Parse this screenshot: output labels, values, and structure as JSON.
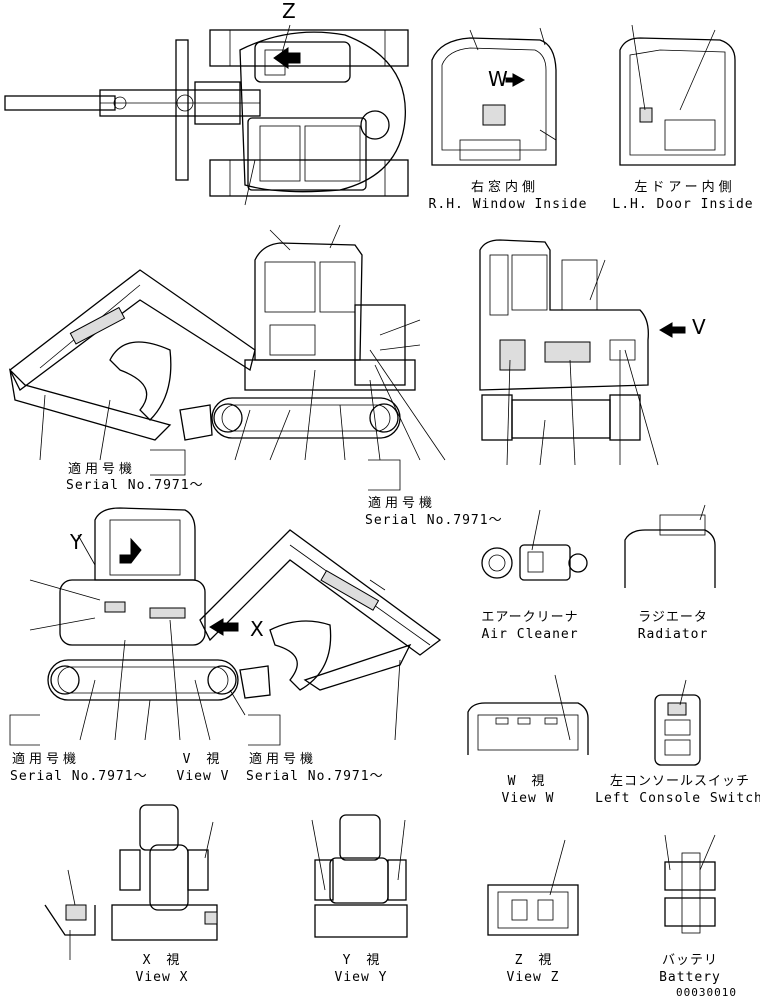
{
  "view_letters": {
    "z": "Z",
    "w": "W",
    "y": "Y",
    "x": "X",
    "v": "V"
  },
  "labels": {
    "rh_window": {
      "jp": "右窓内側",
      "en": "R.H. Window Inside"
    },
    "lh_door": {
      "jp": "左ドアー内側",
      "en": "L.H. Door Inside"
    },
    "serial_1": {
      "jp": "適用号機",
      "en": "Serial No.7971～"
    },
    "serial_2": {
      "jp": "適用号機",
      "en": "Serial No.7971～"
    },
    "serial_3": {
      "jp": "適用号機",
      "en": "Serial No.7971～"
    },
    "serial_4": {
      "jp": "適用号機",
      "en": "Serial No.7971～"
    },
    "air_cleaner": {
      "jp": "エアークリーナ",
      "en": "Air Cleaner"
    },
    "radiator": {
      "jp": "ラジエータ",
      "en": "Radiator"
    },
    "view_v": {
      "jp": "V 視",
      "en": "View V"
    },
    "view_w": {
      "jp": "W 視",
      "en": "View W"
    },
    "left_console": {
      "jp": "左コンソールスイッチ",
      "en": "Left Console Switch"
    },
    "view_x": {
      "jp": "X 視",
      "en": "View X"
    },
    "view_y": {
      "jp": "Y 視",
      "en": "View Y"
    },
    "view_z": {
      "jp": "Z 視",
      "en": "View Z"
    },
    "battery": {
      "jp": "バッテリ",
      "en": "Battery"
    }
  },
  "drawing_number": "00030010",
  "colors": {
    "line": "#000000",
    "background": "#ffffff"
  }
}
